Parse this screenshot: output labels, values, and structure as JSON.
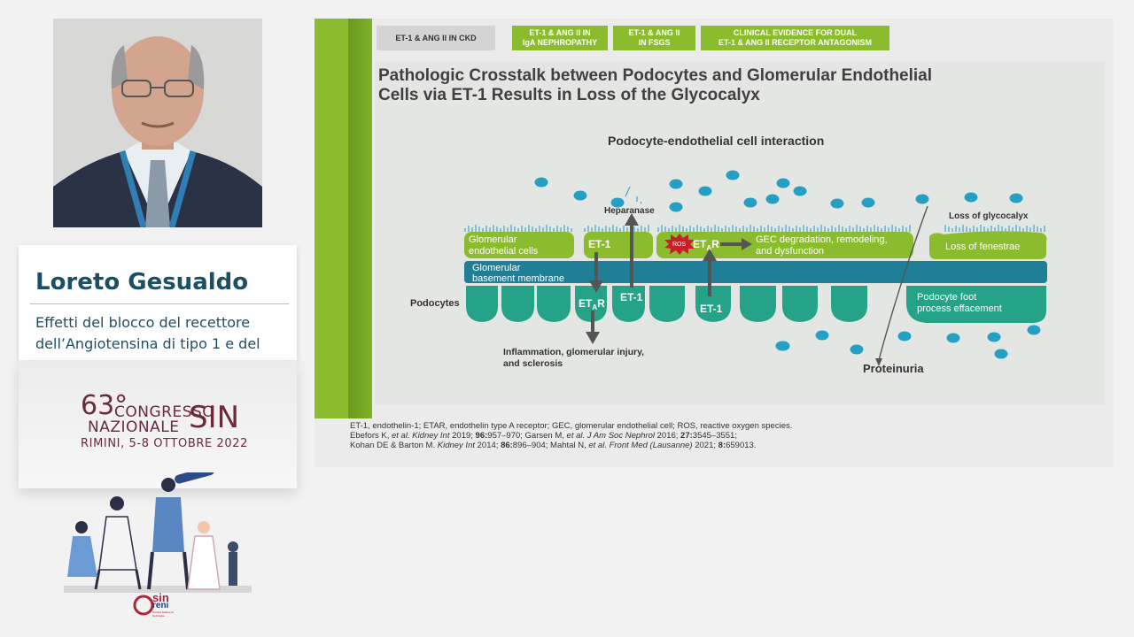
{
  "speaker": {
    "name": "Loreto Gesualdo",
    "talk_title": "Effetti del blocco del recettore dell’Angiotensina di tipo 1 e del"
  },
  "congress": {
    "number": "63°",
    "line1": "CONGRESSO",
    "line2": "NAZIONALE",
    "acronym": "SIN",
    "location_dates": "RIMINI, 5-8 OTTOBRE 2022",
    "brand_color": "#6a2a3a"
  },
  "sin_logo": {
    "word1": "sin",
    "word2": "reni",
    "caption": "Società Italiana di Nefrologia"
  },
  "slide": {
    "tabs": [
      {
        "line1": "ET-1 & ANG II IN CKD",
        "line2": ""
      },
      {
        "line1": "ET-1 & ANG II IN",
        "line2": "IgA NEPHROPATHY"
      },
      {
        "line1": "ET-1 & ANG II",
        "line2": "IN FSGS"
      },
      {
        "line1": "CLINICAL EVIDENCE FOR DUAL",
        "line2": "ET-1 & ANG II RECEPTOR ANTAGONISM"
      }
    ],
    "title_line1": "Pathologic Crosstalk between Podocytes and Glomerular Endothelial",
    "title_line2": "Cells via ET-1 Results in Loss of the Glycocalyx",
    "diagram": {
      "subtitle": "Podocyte-endothelial cell interaction",
      "heparanase": "Heparanase",
      "loss_glycocalyx": "Loss of glycocalyx",
      "gec_line1": "Glomerular",
      "gec_line2": "endothelial cells",
      "et1": "ET-1",
      "ros": "ROS",
      "etar_main": "ET",
      "etar_sub": "A",
      "etar_end": "R",
      "gec_deg_line1": "GEC degradation, remodeling,",
      "gec_deg_line2": "and dysfunction",
      "loss_fenestrae": "Loss of fenestrae",
      "gbm_line1": "Glomerular",
      "gbm_line2": "basement membrane",
      "podocytes": "Podocytes",
      "foot_line1": "Podocyte foot",
      "foot_line2": "process effacement",
      "inflam_line1": "Inflammation, glomerular injury,",
      "inflam_line2": "and sclerosis",
      "proteinuria": "Proteinuria"
    },
    "footnotes": {
      "abbrev": "ET-1, endothelin-1; ETAR, endothelin type A receptor; GEC, glomerular endothelial cell; ROS, reactive oxygen species.",
      "ref1_a": "Ebefors K, ",
      "ref1_b": "et al. Kidney Int",
      "ref1_c": " 2019; ",
      "ref1_d": "96:",
      "ref1_e": "957–970; Garsen M, ",
      "ref1_f": "et al. J Am Soc Nephrol",
      "ref1_g": " 2016; ",
      "ref1_h": "27:",
      "ref1_i": "3545–3551;",
      "ref2_a": "Kohan DE & Barton M. ",
      "ref2_b": "Kidney Int",
      "ref2_c": " 2014; ",
      "ref2_d": "86:",
      "ref2_e": "896–904; Mahtal N, ",
      "ref2_f": "et al. Front Med (Lausanne)",
      "ref2_g": " 2021; ",
      "ref2_h": "8:",
      "ref2_i": "659013."
    }
  },
  "colors": {
    "green": "#8bbc2d",
    "teal_dark": "#1e7f96",
    "teal_cell": "#24a389",
    "dot": "#25a0c4",
    "arrow": "#555555"
  }
}
